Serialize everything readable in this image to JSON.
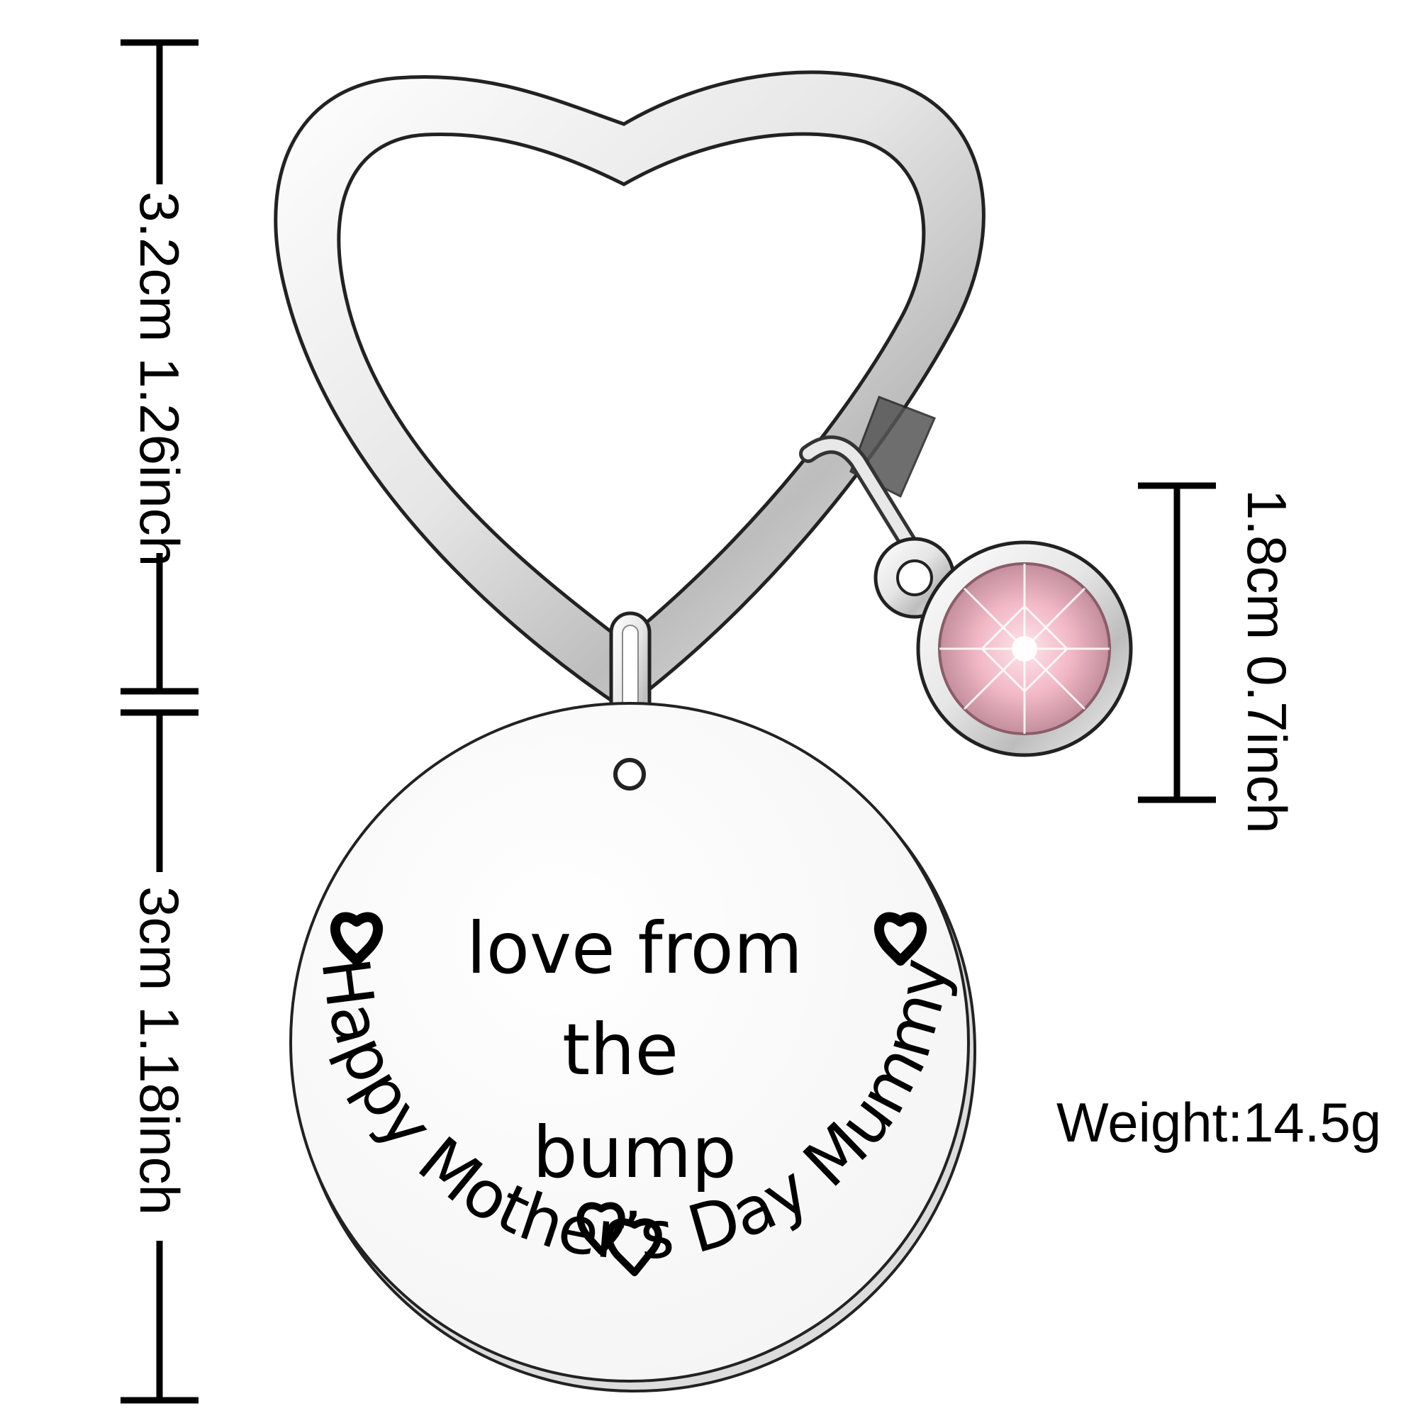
{
  "dimensions": {
    "keyring_height": "3.2cm 1.26inch",
    "tag_height": "3cm 1.18inch",
    "charm_height": "1.8cm 0.7inch"
  },
  "weight": "Weight:14.5g",
  "engraving": {
    "top_line1": "love from",
    "top_line2": "the",
    "top_line3": "bump",
    "arc_text": "Happy Mother’s Day Mummy"
  },
  "colors": {
    "metal_light": "#f2f2f2",
    "metal_mid": "#cfcfcf",
    "metal_dark": "#8a8a8a",
    "stone_pink": "#f2b8c6",
    "ink": "#000000"
  }
}
